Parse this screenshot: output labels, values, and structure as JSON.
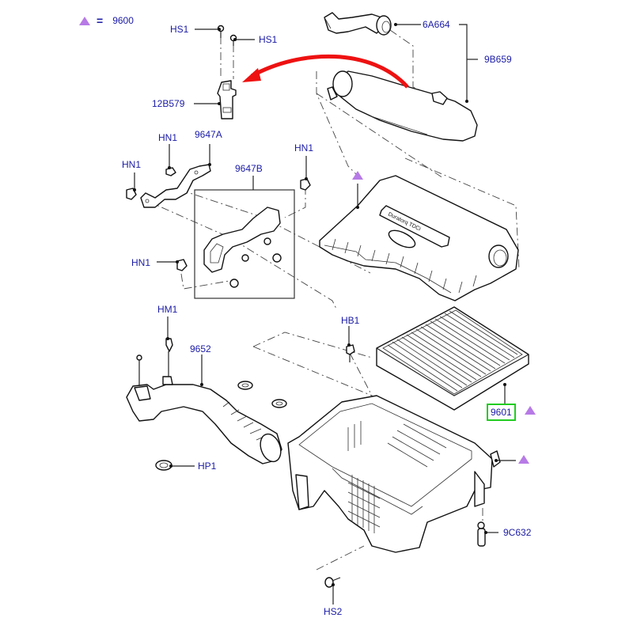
{
  "diagram": {
    "title": "Air cleaner assembly exploded view",
    "legend": {
      "symbol": "purple-triangle",
      "equals": "=",
      "part_number": "9600"
    },
    "highlight_color": "#22cc22",
    "label_color": "#1a1aa6",
    "marker_color": "#b77ae6",
    "arrow_color": "#ee1111",
    "callouts": {
      "hs1_left": "HS1",
      "hs1_right": "HS1",
      "sensor": "12B579",
      "hose_small": "6A664",
      "intake_duct": "9B659",
      "hn1_a": "HN1",
      "bracket_a": "9647A",
      "hn1_b": "HN1",
      "bracket_b": "9647B",
      "hn1_c": "HN1",
      "hn1_d": "HN1",
      "hm1": "HM1",
      "resonator_duct": "9652",
      "hb1": "HB1",
      "filter_element": "9601",
      "hp1": "HP1",
      "drain_valve": "9C632",
      "hs2": "HS2"
    },
    "cover_badge_text": "Duratorq TDCi",
    "selected_part": "9601"
  }
}
